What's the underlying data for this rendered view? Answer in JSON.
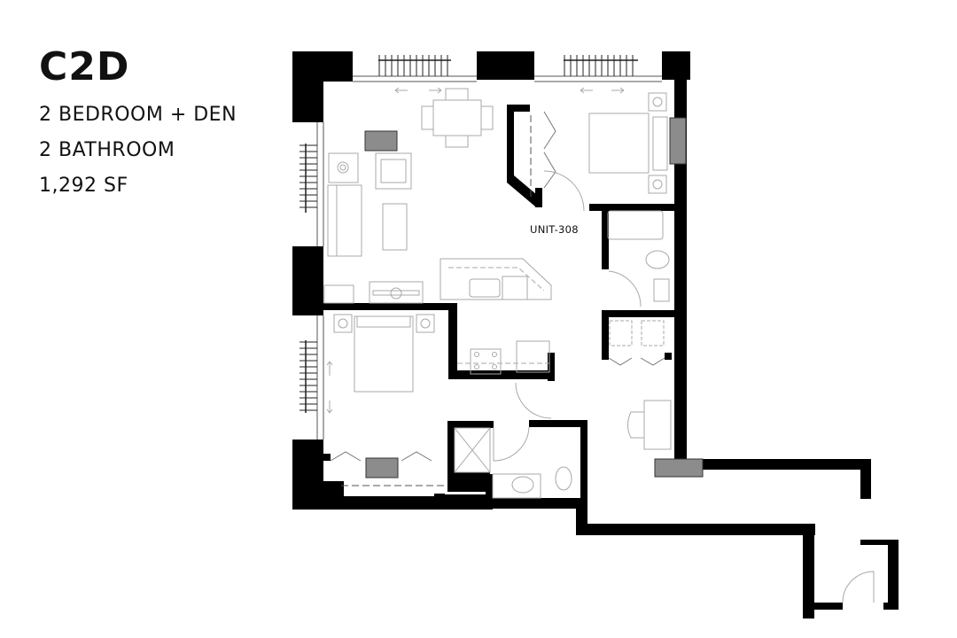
{
  "plan": {
    "code": "C2D",
    "specs": [
      "2 BEDROOM + DEN",
      "2 BATHROOM",
      "1,292 SF"
    ],
    "unit_label": "UNIT-308"
  },
  "colors": {
    "wall": "#000000",
    "fixture_line": "#a8a8a8",
    "column_fill": "#8c8c8c",
    "background": "#ffffff"
  },
  "rooms": [
    "living-dining",
    "bedroom-1",
    "bedroom-2",
    "kitchen",
    "bathroom-1",
    "bathroom-2",
    "den",
    "laundry",
    "entry-corridor"
  ]
}
